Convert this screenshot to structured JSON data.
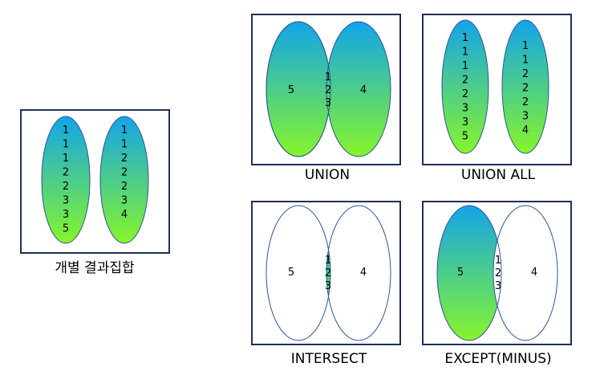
{
  "colors": {
    "frame": "#1f2f5c",
    "ellipse_stroke": "#2f5597",
    "gradient_top": "#12a4ea",
    "gradient_bottom": "#86f52a",
    "background": "#ffffff"
  },
  "panels": {
    "individual": {
      "caption": "개별 결과집합",
      "left_set": [
        "1",
        "1",
        "1",
        "2",
        "2",
        "3",
        "3",
        "5"
      ],
      "right_set": [
        "1",
        "1",
        "2",
        "2",
        "2",
        "3",
        "4"
      ]
    },
    "union": {
      "caption": "UNION",
      "left_only": "5",
      "common": [
        "1",
        "2",
        "3"
      ],
      "right_only": "4"
    },
    "union_all": {
      "caption": "UNION ALL",
      "left_set": [
        "1",
        "1",
        "1",
        "2",
        "2",
        "3",
        "3",
        "5"
      ],
      "right_set": [
        "1",
        "1",
        "2",
        "2",
        "2",
        "3",
        "4"
      ]
    },
    "intersect": {
      "caption": "INTERSECT",
      "left_only": "5",
      "common": [
        "1",
        "2",
        "3"
      ],
      "right_only": "4"
    },
    "except": {
      "caption": "EXCEPT(MINUS)",
      "left_only": "5",
      "common": [
        "1",
        "2",
        "3"
      ],
      "right_only": "4"
    }
  }
}
